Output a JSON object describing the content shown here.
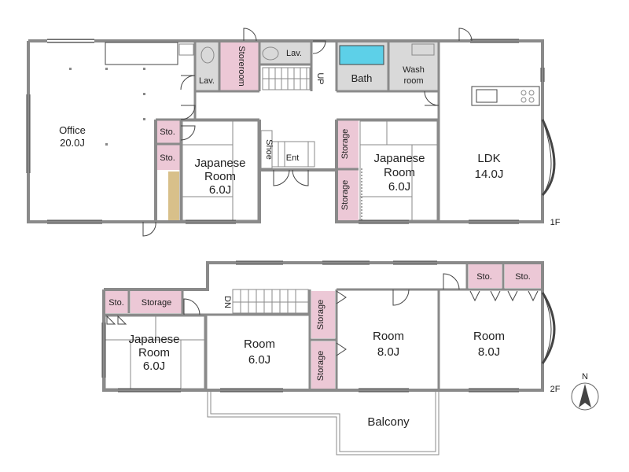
{
  "floor1": {
    "tag": "1F",
    "office": {
      "name": "Office",
      "size": "20.0J"
    },
    "sto_a": "Sto.",
    "sto_b": "Sto.",
    "jroom": {
      "line1": "Japanese",
      "line2": "Room",
      "size": "6.0J"
    },
    "lav_left": "Lav.",
    "storeroom": "Storeroom",
    "lav_right": "Lav.",
    "up": "UP",
    "bath": "Bath",
    "wash": {
      "line1": "Wash",
      "line2": "room"
    },
    "shoe": "Shoe",
    "ent": "Ent",
    "storage_a": "Storage",
    "storage_b": "Storage",
    "jroom2": {
      "line1": "Japanese",
      "line2": "Room",
      "size": "6.0J"
    },
    "ldk": {
      "name": "LDK",
      "size": "14.0J"
    }
  },
  "floor2": {
    "tag": "2F",
    "sto": "Sto.",
    "storage": "Storage",
    "dn": "DN",
    "jroom": {
      "line1": "Japanese",
      "line2": "Room",
      "size": "6.0J"
    },
    "room_a": {
      "name": "Room",
      "size": "6.0J"
    },
    "storage_a": "Storage",
    "storage_b": "Storage",
    "room_b": {
      "name": "Room",
      "size": "8.0J"
    },
    "room_c": {
      "name": "Room",
      "size": "8.0J"
    },
    "sto_r1": "Sto.",
    "sto_r2": "Sto.",
    "balcony": "Balcony"
  },
  "compass": {
    "label": "N"
  },
  "colors": {
    "storage_fill": "#ecc8d6",
    "wet_fill": "#d9d9d9",
    "bath_water": "#5dd0e8",
    "wall": "#8a8a8a",
    "tatami_accent": "#d8c08a"
  }
}
